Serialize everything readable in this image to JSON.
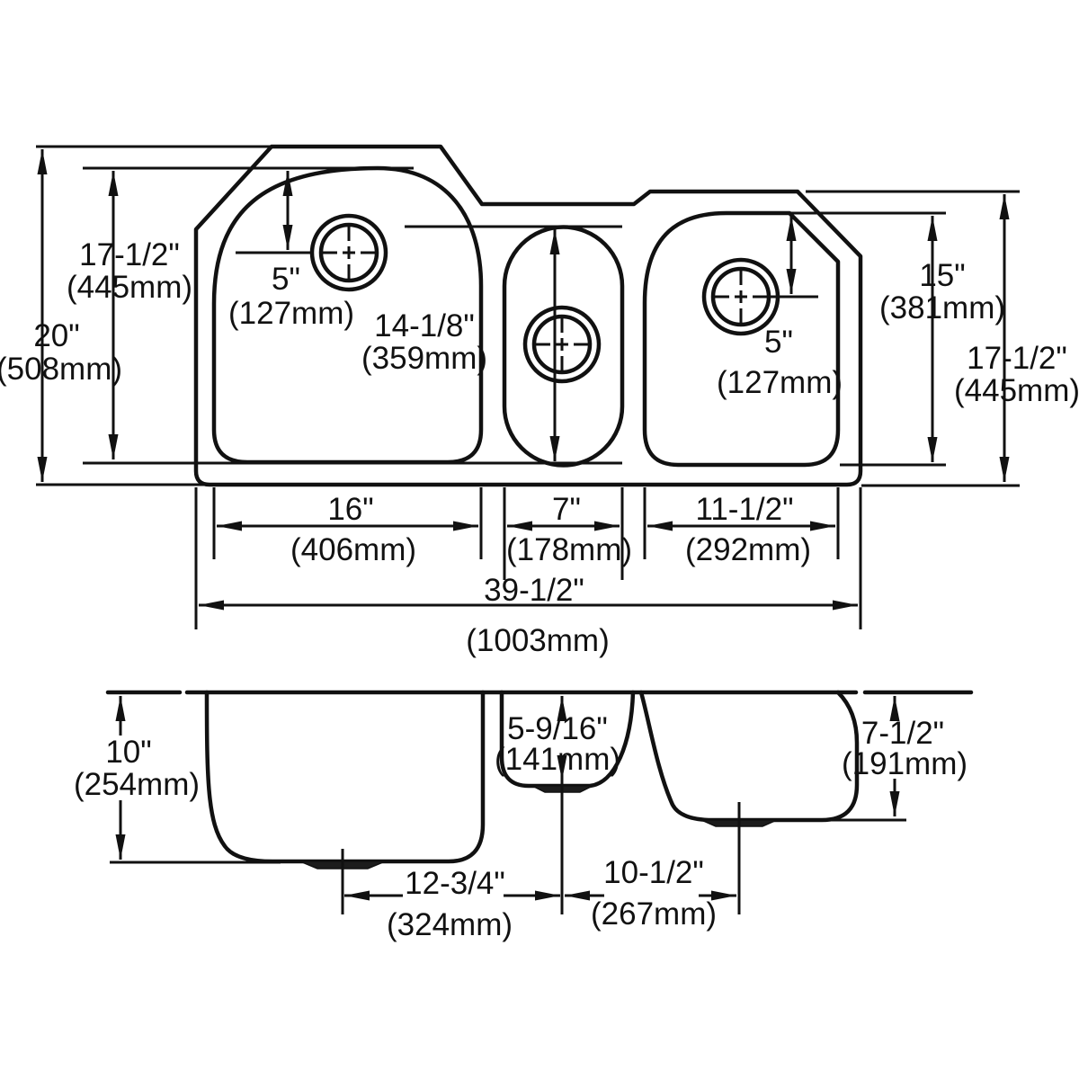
{
  "drawing": {
    "kind": "sink-dimension-diagram",
    "line_color": "#111111",
    "background": "#ffffff"
  },
  "plan": {
    "overall_height": {
      "in": "20\"",
      "mm": "(508mm)"
    },
    "left_bowl_height": {
      "in": "17-1/2\"",
      "mm": "(445mm)"
    },
    "left_hole_offset": {
      "in": "5\"",
      "mm": "(127mm)"
    },
    "center_bowl_height": {
      "in": "14-1/8\"",
      "mm": "(359mm)"
    },
    "right_hole_offset": {
      "in": "5\"",
      "mm": "(127mm)"
    },
    "right_bowl_height": {
      "in": "15\"",
      "mm": "(381mm)"
    },
    "right_section_height": {
      "in": "17-1/2\"",
      "mm": "(445mm)"
    },
    "left_bowl_width": {
      "in": "16\"",
      "mm": "(406mm)"
    },
    "center_bowl_width": {
      "in": "7\"",
      "mm": "(178mm)"
    },
    "right_bowl_width": {
      "in": "11-1/2\"",
      "mm": "(292mm)"
    },
    "overall_width": {
      "in": "39-1/2\"",
      "mm": "(1003mm)"
    }
  },
  "side": {
    "left_bowl_depth": {
      "in": "10\"",
      "mm": "(254mm)"
    },
    "center_bowl_depth": {
      "in": "5-9/16\"",
      "mm": "(141mm)"
    },
    "right_bowl_depth": {
      "in": "7-1/2\"",
      "mm": "(191mm)"
    },
    "left_to_center_drain": {
      "in": "12-3/4\"",
      "mm": "(324mm)"
    },
    "center_to_right_drain": {
      "in": "10-1/2\"",
      "mm": "(267mm)"
    }
  }
}
